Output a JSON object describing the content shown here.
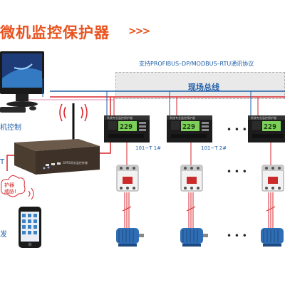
{
  "header": {
    "title": "微机监控保护器",
    "arrows": ">>>"
  },
  "protocol_text": "支持PROFIBUS–DP/MODBUS–RTU通讯协议",
  "bus_label": "现场总线",
  "pc_label": "机控制",
  "left_edge": {
    "t": "T",
    "bottom_char": "发"
  },
  "cloud_lines": [
    "护器",
    "威胁!"
  ],
  "protectors": [
    {
      "header": "系统专业监控保护器",
      "display": "229",
      "tag": "101−T 1#"
    },
    {
      "header": "系统专业监控保护器",
      "display": "229",
      "tag": "101−T 2#"
    },
    {
      "header": "系统专业监控保护器",
      "display": "229",
      "tag": ""
    }
  ],
  "ellipsis": "• • •",
  "gateway_label": "GPRS网关监控终端",
  "colors": {
    "title": "#e8531f",
    "bus_line": "#1f5fa8",
    "red_line": "#d9262c",
    "pink_line": "#e38fb0",
    "screen": "#7ecf5a"
  }
}
